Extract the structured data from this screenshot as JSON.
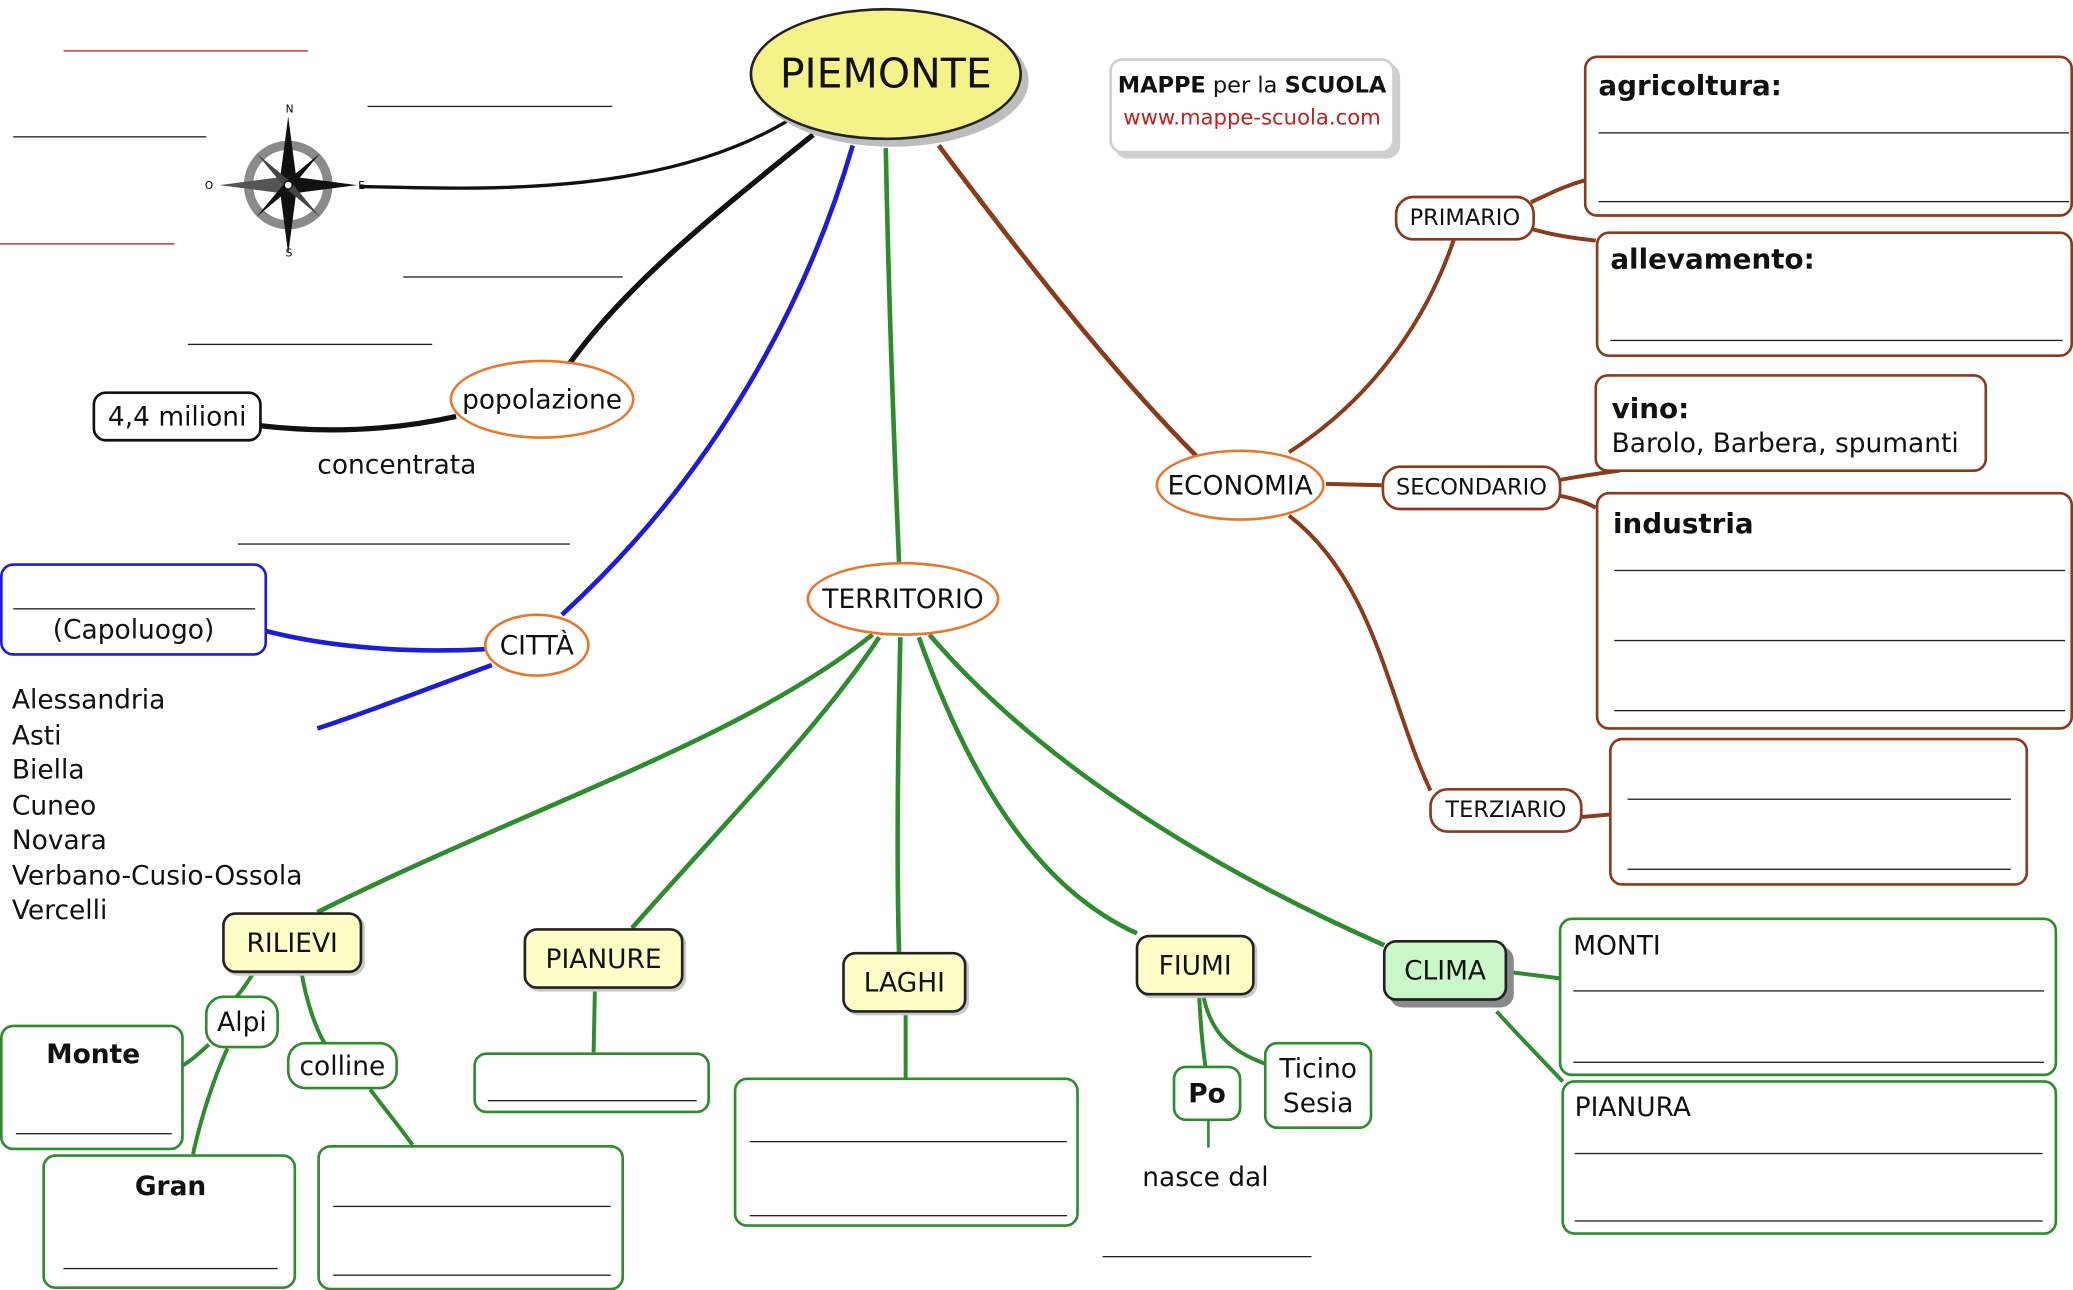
{
  "title": "PIEMONTE",
  "brand": {
    "line1_bold": "MAPPE",
    "line1_mid": " per la ",
    "line1_bold2": "SCUOLA",
    "url": "www.mappe-scuola.com"
  },
  "compass": {
    "n": "N",
    "s": "S",
    "e": "E",
    "o": "O"
  },
  "popolazione": {
    "label": "popolazione",
    "value": "4,4 milioni",
    "note": "concentrata"
  },
  "citta": {
    "label": "CITTÀ",
    "capoluogo": "(Capoluogo)",
    "list": [
      "Alessandria",
      "Asti",
      "Biella",
      "Cuneo",
      "Novara",
      "Verbano-Cusio-Ossola",
      "Vercelli"
    ]
  },
  "territorio": {
    "label": "TERRITORIO"
  },
  "rilievi": {
    "label": "RILIEVI",
    "alpi": "Alpi",
    "colline": "colline",
    "monte": "Monte",
    "gran": "Gran"
  },
  "pianure": {
    "label": "PIANURE"
  },
  "laghi": {
    "label": "LAGHI"
  },
  "fiumi": {
    "label": "FIUMI",
    "po": "Po",
    "affluenti_1": "Ticino",
    "affluenti_2": "Sesia",
    "nasce": "nasce dal"
  },
  "clima": {
    "label": "CLIMA",
    "monti": "MONTI",
    "pianura": "PIANURA"
  },
  "economia": {
    "label": "ECONOMIA",
    "primario": "PRIMARIO",
    "secondario": "SECONDARIO",
    "terziario": "TERZIARIO",
    "agricoltura": "agricoltura:",
    "allevamento": "allevamento:",
    "vino": "vino:",
    "vino_detail": "Barolo, Barbera, spumanti",
    "industria": "industria"
  },
  "colors": {
    "green": "#2e8b2e",
    "blue": "#1d1dd6",
    "brown": "#8b3a1a",
    "orange": "#e8772e",
    "yellow": "#fefdc8",
    "clima": "#c9f7c9",
    "red": "#c0201e"
  }
}
